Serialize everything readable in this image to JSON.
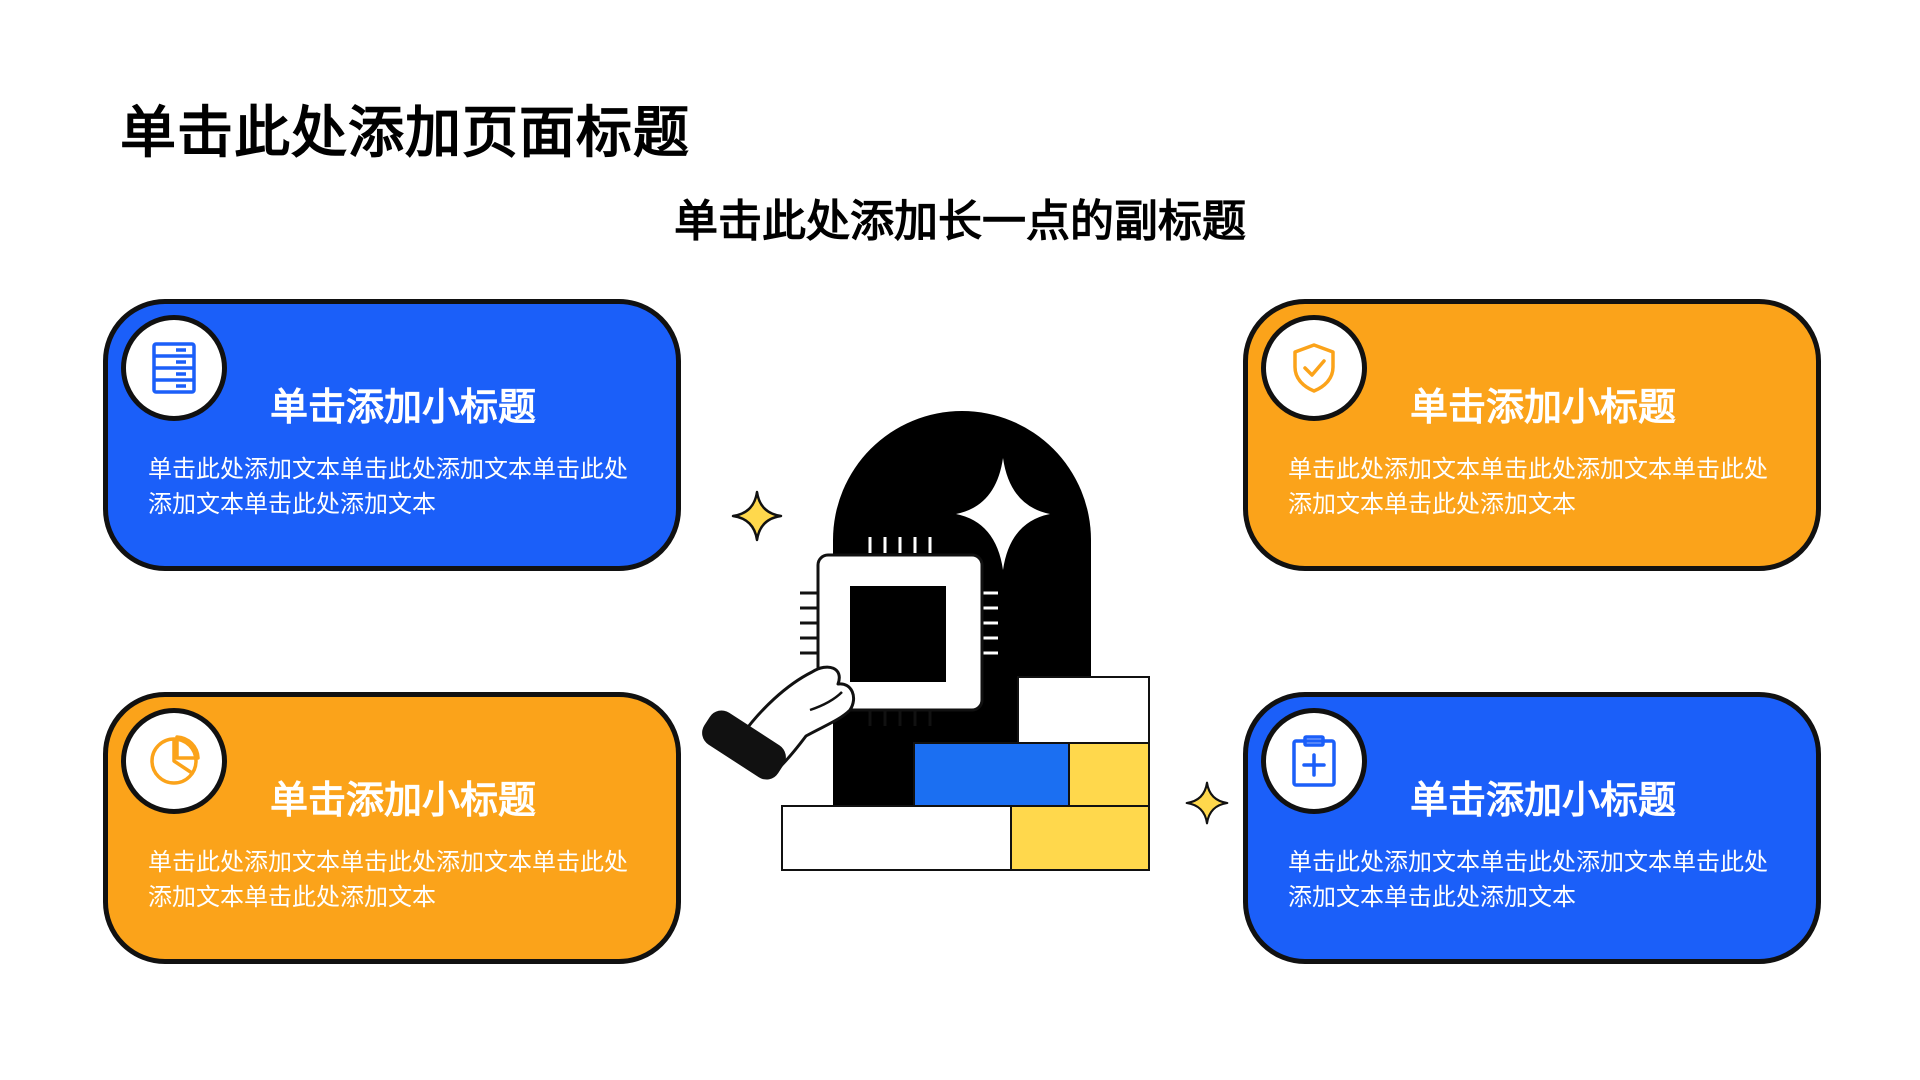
{
  "title": "单击此处添加页面标题",
  "subtitle": "单击此处添加长一点的副标题",
  "colors": {
    "blue": "#1b5ff9",
    "orange": "#fba31a",
    "yellow": "#ffd84c",
    "outline": "#111111"
  },
  "cards": [
    {
      "color": "blue",
      "icon": "server-icon",
      "title": "单击添加小标题",
      "body": "单击此处添加文本单击此处添加文本单击此处添加文本单击此处添加文本"
    },
    {
      "color": "orange",
      "icon": "shield-check-icon",
      "title": "单击添加小标题",
      "body": "单击此处添加文本单击此处添加文本单击此处添加文本单击此处添加文本"
    },
    {
      "color": "orange",
      "icon": "pie-chart-icon",
      "title": "单击添加小标题",
      "body": "单击此处添加文本单击此处添加文本单击此处添加文本单击此处添加文本"
    },
    {
      "color": "blue",
      "icon": "medical-clipboard-icon",
      "title": "单击添加小标题",
      "body": "单击此处添加文本单击此处添加文本单击此处添加文本单击此处添加文本"
    }
  ],
  "illustration": {
    "icon": "hand-holding-chip-illustration",
    "sparkle_icon": "sparkle-icon"
  }
}
